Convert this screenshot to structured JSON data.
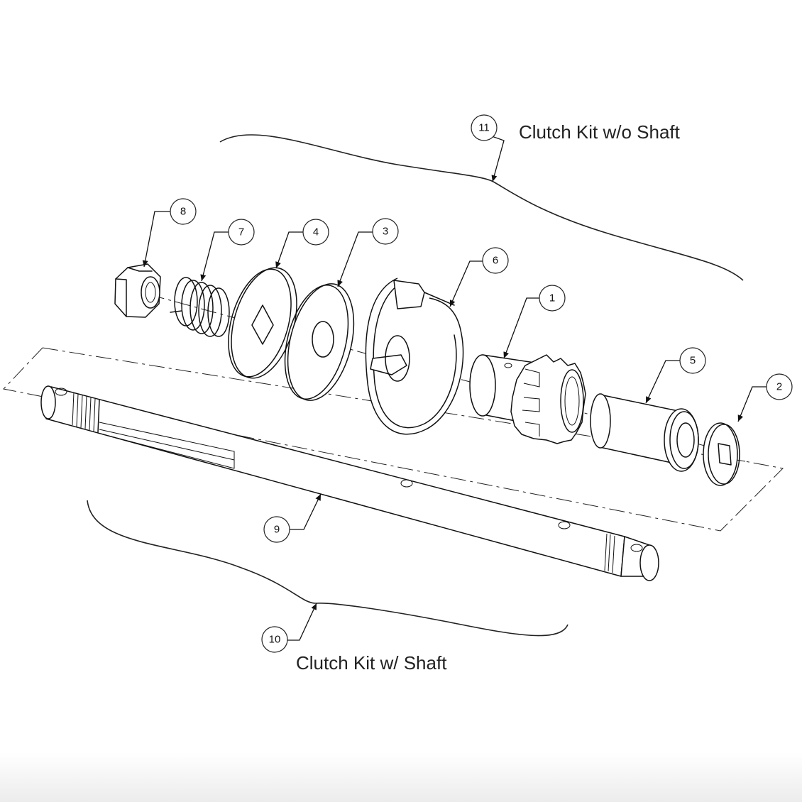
{
  "kits": {
    "without_shaft": "Clutch Kit w/o Shaft",
    "with_shaft": "Clutch Kit w/ Shaft"
  },
  "callouts": {
    "c1": "1",
    "c2": "2",
    "c3": "3",
    "c4": "4",
    "c5": "5",
    "c6": "6",
    "c7": "7",
    "c8": "8",
    "c9": "9",
    "c10": "10",
    "c11": "11"
  },
  "colors": {
    "ink": "#111111",
    "background": "#ffffff"
  }
}
